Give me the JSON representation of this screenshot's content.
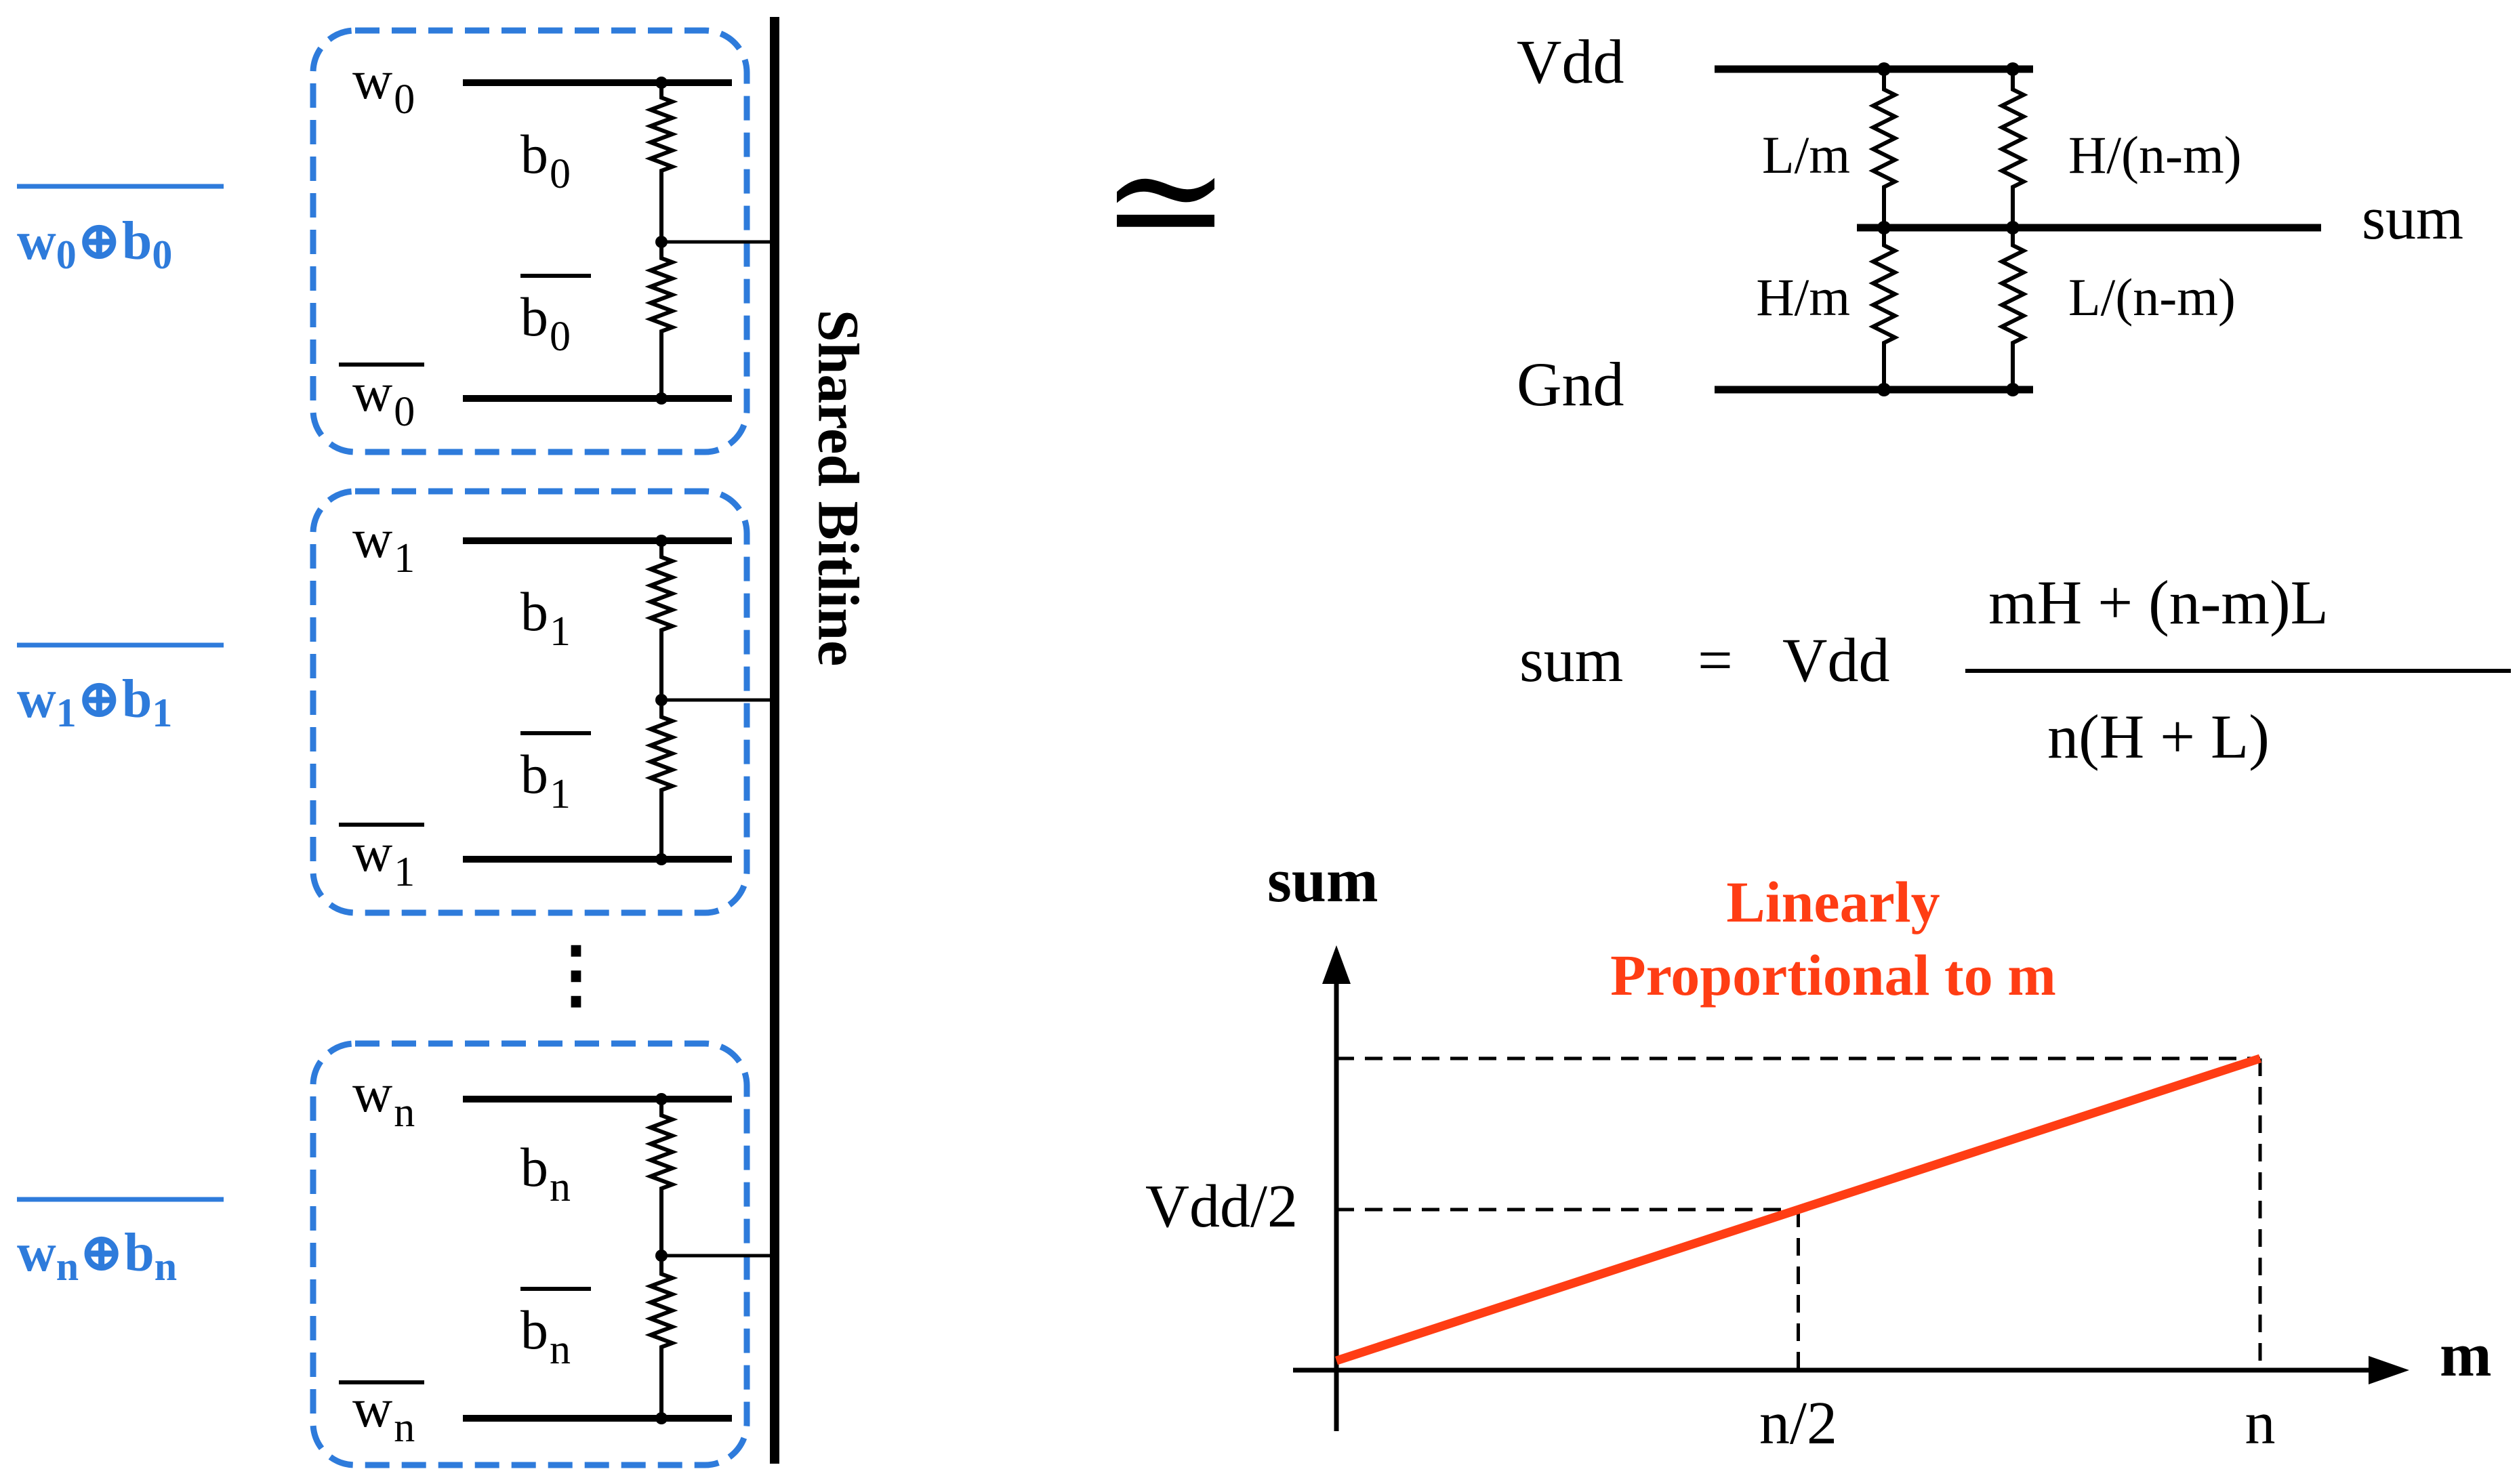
{
  "colors": {
    "blue": "#2e7bdb",
    "orange": "#ff3d14",
    "black": "#000000"
  },
  "left": {
    "cells": [
      {
        "w": "w",
        "sub": "0",
        "wbar": "w",
        "b": "b",
        "bbar": "b",
        "xnor_w": "w",
        "xnor_op": "⊕",
        "xnor_b": "b"
      },
      {
        "w": "w",
        "sub": "1",
        "wbar": "w",
        "b": "b",
        "bbar": "b",
        "xnor_w": "w",
        "xnor_op": "⊕",
        "xnor_b": "b"
      },
      {
        "w": "w",
        "sub": "n",
        "wbar": "w",
        "b": "b",
        "bbar": "b",
        "xnor_w": "w",
        "xnor_op": "⊕",
        "xnor_b": "b"
      }
    ],
    "ellipsis": "⋮",
    "bitline_label": "Shared Bitline"
  },
  "approx_symbol": "≃",
  "circuit": {
    "vdd": "Vdd",
    "gnd": "Gnd",
    "sum": "sum",
    "r_top_left": "L/m",
    "r_top_right": "H/(n-m)",
    "r_bottom_left": "H/m",
    "r_bottom_right": "L/(n-m)"
  },
  "equation": {
    "lhs": "sum",
    "equals": "=",
    "factor": "Vdd",
    "numerator": "mH + (n-m)L",
    "denominator": "n(H + L)"
  },
  "chart_data": {
    "type": "line",
    "ylabel": "sum",
    "xlabel": "m",
    "annotation_line1": "Linearly",
    "annotation_line2": "Proportional to m",
    "x_ticks": [
      "n/2",
      "n"
    ],
    "y_ticks": [
      "Vdd/2"
    ],
    "series": [
      {
        "points": [
          [
            0,
            0
          ],
          [
            0.5,
            0.5
          ],
          [
            1,
            1
          ]
        ]
      }
    ]
  }
}
